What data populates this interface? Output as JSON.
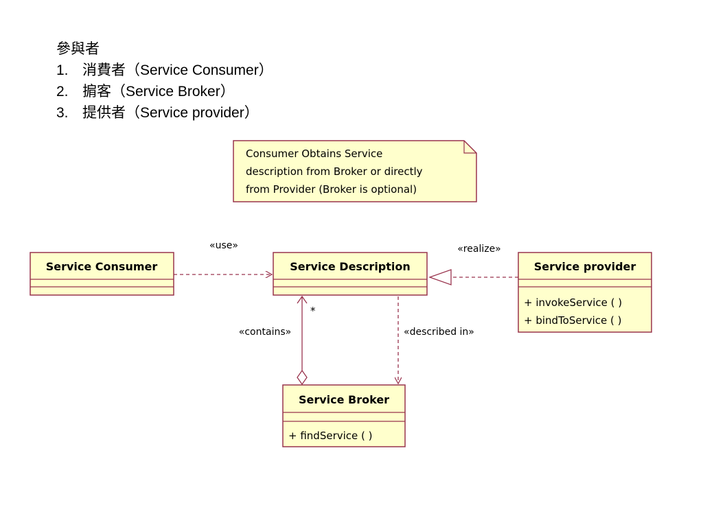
{
  "heading": "參與者",
  "participants": [
    {
      "number": "1.",
      "text": "消費者（Service Consumer）"
    },
    {
      "number": "2.",
      "text": "掮客（Service Broker）"
    },
    {
      "number": "3.",
      "text": "提供者（Service provider）"
    }
  ],
  "note": {
    "lines": [
      "Consumer Obtains Service",
      "description from Broker or directly",
      "from Provider (Broker is optional)"
    ]
  },
  "classes": {
    "consumer": {
      "name": "Service Consumer",
      "operations": []
    },
    "description": {
      "name": "Service Description",
      "operations": []
    },
    "provider": {
      "name": "Service provider",
      "operations": [
        "+ invokeService (  )",
        "+ bindToService (  )"
      ]
    },
    "broker": {
      "name": "Service Broker",
      "operations": [
        "+ findService (  )"
      ]
    }
  },
  "relations": {
    "use": "«use»",
    "realize": "«realize»",
    "contains": "«contains»",
    "multiplicity": "*",
    "described_in": "«described in»"
  },
  "colors": {
    "class_fill": "#ffffcc",
    "class_border": "#99334d",
    "line": "#99334d"
  }
}
